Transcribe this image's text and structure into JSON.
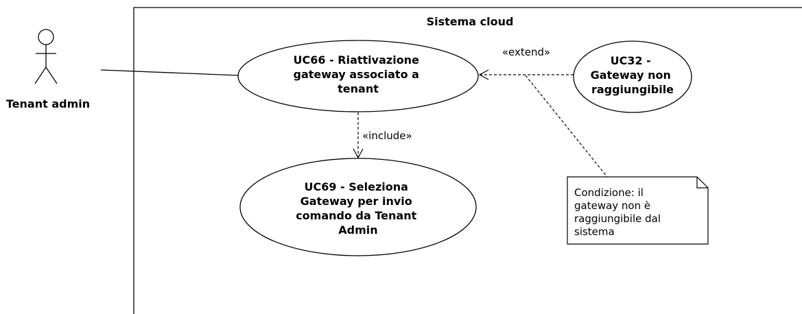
{
  "system": {
    "title": "Sistema cloud"
  },
  "actor": {
    "name": "Tenant admin"
  },
  "use_cases": {
    "uc66": {
      "lines": [
        "UC66 - Riattivazione",
        "gateway associato a",
        "tenant"
      ]
    },
    "uc32": {
      "lines": [
        "UC32 -",
        "Gateway non",
        "raggiungibile"
      ]
    },
    "uc69": {
      "lines": [
        "UC69 - Seleziona",
        "Gateway per invio",
        "comando da Tenant",
        "Admin"
      ]
    }
  },
  "relations": {
    "extend_label": "«extend»",
    "include_label": "«include»"
  },
  "note": {
    "lines": [
      "Condizione: il",
      "gateway non è",
      "raggiungibile dal",
      "sistema"
    ]
  }
}
